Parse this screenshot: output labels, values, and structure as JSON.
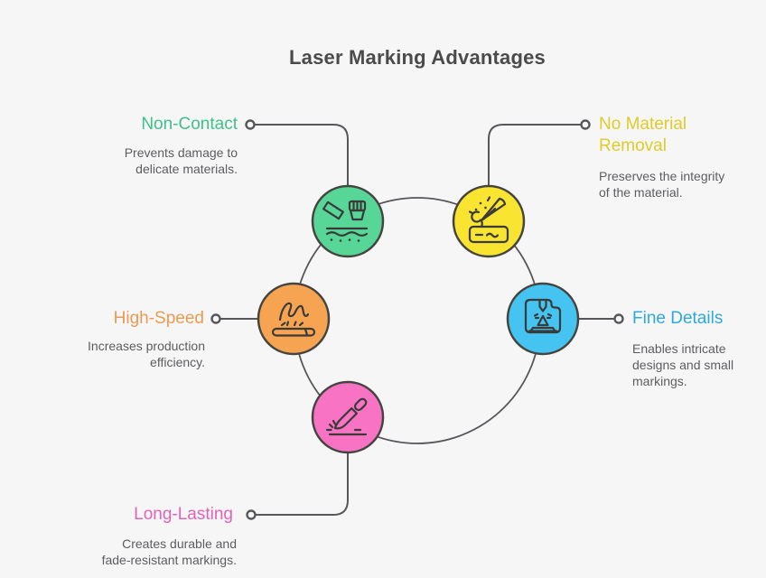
{
  "title": "Laser Marking Advantages",
  "nodes": [
    {
      "label": "Non-Contact",
      "description": "Prevents damage to\ndelicate materials.",
      "accent": "#3fc188",
      "fill": "#57d698",
      "icon": "handheld-laser-icon"
    },
    {
      "label": "No Material\nRemoval",
      "description": "Preserves the integrity\nof the material.",
      "accent": "#dfcb29",
      "fill": "#f8e431",
      "icon": "engraving-pen-icon"
    },
    {
      "label": "High-Speed",
      "description": "Increases production\nefficiency.",
      "accent": "#e99b52",
      "fill": "#f6a451",
      "icon": "speed-marking-icon"
    },
    {
      "label": "Fine Details",
      "description": "Enables intricate\ndesigns and small\nmarkings.",
      "accent": "#2fa8de",
      "fill": "#45c3f1",
      "icon": "precision-laser-machine-icon"
    },
    {
      "label": "Long-Lasting",
      "description": "Creates durable and\nfade-resistant markings.",
      "accent": "#e163b8",
      "fill": "#f873c4",
      "icon": "engraving-knife-icon"
    }
  ]
}
